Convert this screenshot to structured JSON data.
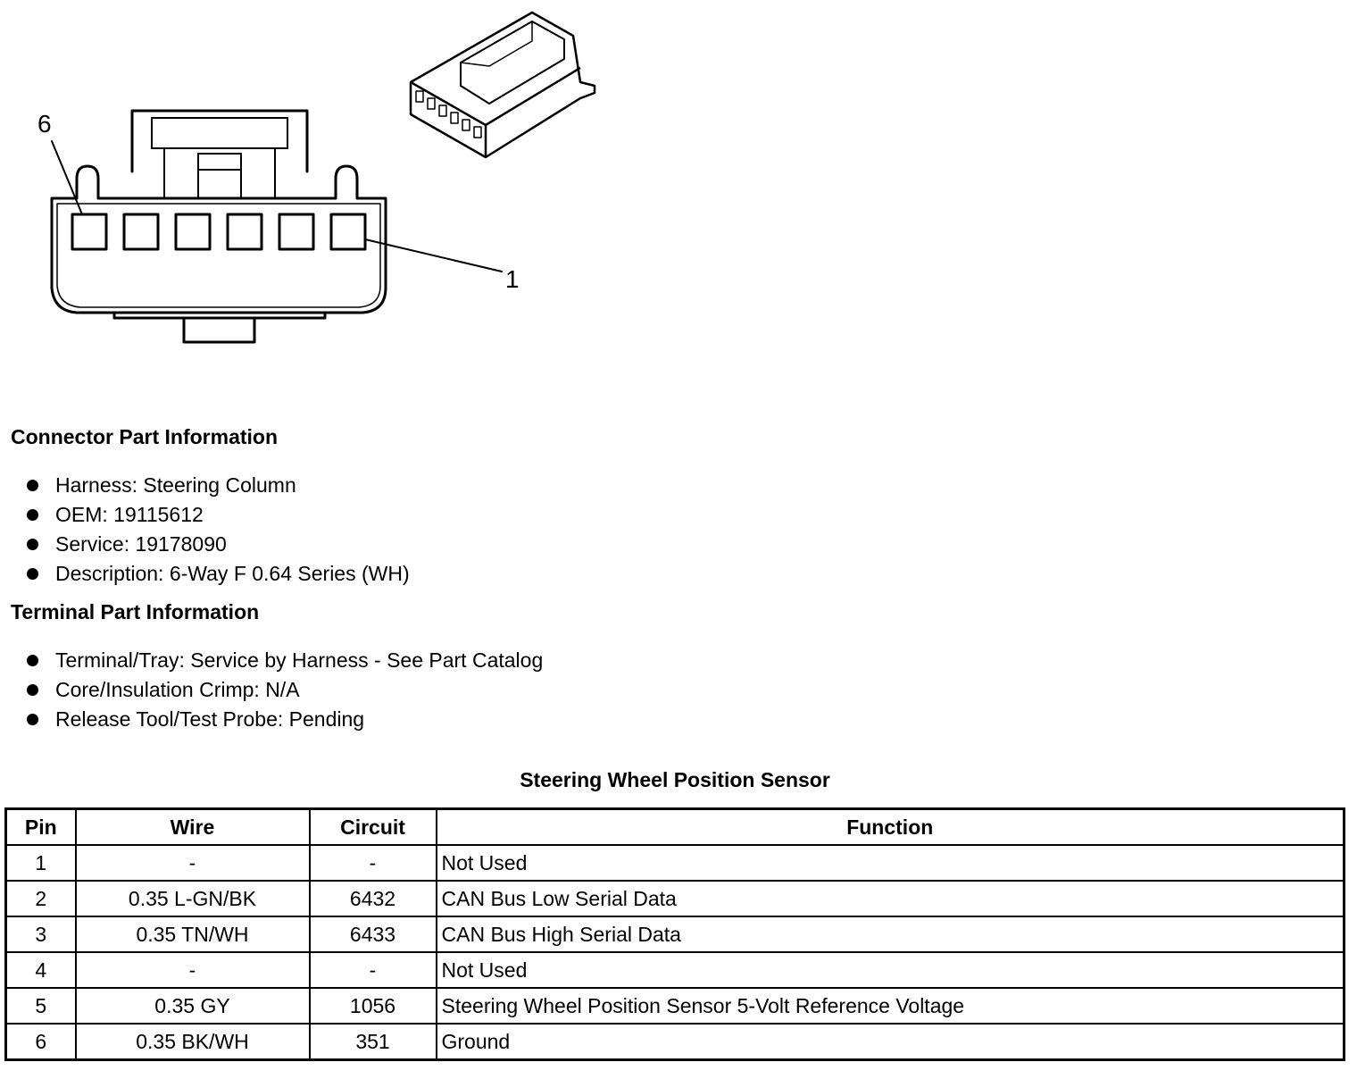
{
  "diagram": {
    "callouts": [
      "6",
      "1"
    ]
  },
  "connector_info": {
    "heading": "Connector Part Information",
    "items": [
      "Harness: Steering Column",
      "OEM: 19115612",
      "Service: 19178090",
      "Description: 6-Way F 0.64 Series (WH)"
    ]
  },
  "terminal_info": {
    "heading": "Terminal Part Information",
    "items": [
      "Terminal/Tray: Service by Harness - See Part Catalog",
      "Core/Insulation Crimp: N/A",
      "Release Tool/Test Probe: Pending"
    ]
  },
  "table": {
    "title": "Steering Wheel Position Sensor",
    "headers": [
      "Pin",
      "Wire",
      "Circuit",
      "Function"
    ],
    "rows": [
      [
        "1",
        "-",
        "-",
        "Not Used"
      ],
      [
        "2",
        "0.35 L-GN/BK",
        "6432",
        "CAN Bus Low Serial Data"
      ],
      [
        "3",
        "0.35 TN/WH",
        "6433",
        "CAN Bus High Serial Data"
      ],
      [
        "4",
        "-",
        "-",
        "Not Used"
      ],
      [
        "5",
        "0.35 GY",
        "1056",
        "Steering Wheel Position Sensor 5-Volt Reference Voltage"
      ],
      [
        "6",
        "0.35 BK/WH",
        "351",
        "Ground"
      ]
    ]
  }
}
